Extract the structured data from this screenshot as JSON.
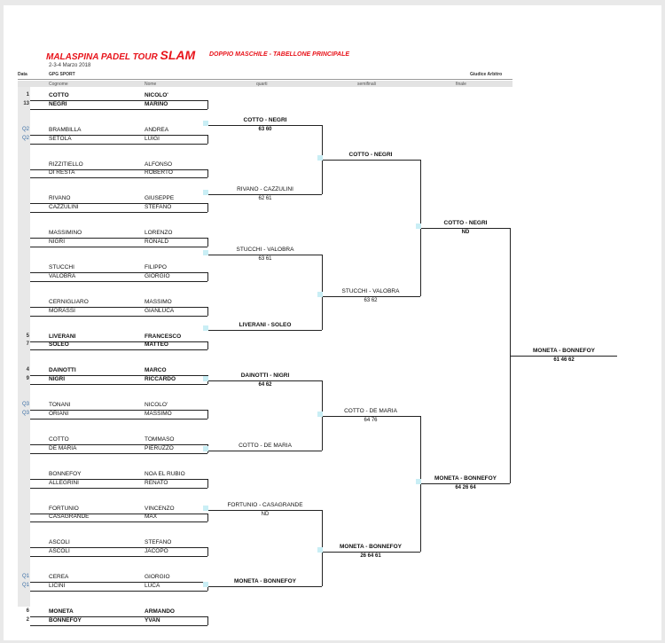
{
  "header": {
    "title": "MALASPINA PADEL TOUR",
    "title_highlight": "SLAM",
    "subtitle": "DOPPIO MASCHILE - TABELLONE PRINCIPALE",
    "dates": "2-3-4 Marzo 2018",
    "data_label": "Data",
    "venue": "GPG SPORT",
    "referee": "Giudice Arbitro"
  },
  "columns": {
    "cognome": "Cognome",
    "nome": "Nome",
    "quarti": "quarti",
    "semifinali": "semifinali",
    "finale": "finale"
  },
  "draw": [
    {
      "seed": "1",
      "last": "COTTO",
      "first": "NICOLO'",
      "bold": true
    },
    {
      "seed": "13",
      "last": "NEGRI",
      "first": "MARINO",
      "bold": true
    },
    {
      "seed": "Q2",
      "last": "BRAMBILLA",
      "first": "ANDREA",
      "bold": false
    },
    {
      "seed": "Q2",
      "last": "SETOLA",
      "first": "LUIGI",
      "bold": false
    },
    {
      "seed": "",
      "last": "RIZZITIELLO",
      "first": "ALFONSO",
      "bold": false
    },
    {
      "seed": "",
      "last": "DI RESTA",
      "first": "ROBERTO",
      "bold": false
    },
    {
      "seed": "",
      "last": "RIVANO",
      "first": "GIUSEPPE",
      "bold": false
    },
    {
      "seed": "",
      "last": "CAZZULINI",
      "first": "STEFANO",
      "bold": false
    },
    {
      "seed": "",
      "last": "MASSIMINO",
      "first": "LORENZO",
      "bold": false
    },
    {
      "seed": "",
      "last": "NIGRI",
      "first": "RONALD",
      "bold": false
    },
    {
      "seed": "",
      "last": "STUCCHI",
      "first": "FILIPPO",
      "bold": false
    },
    {
      "seed": "",
      "last": "VALOBRA",
      "first": "GIORGIO",
      "bold": false
    },
    {
      "seed": "",
      "last": "CERNIGLIARO",
      "first": "MASSIMO",
      "bold": false
    },
    {
      "seed": "",
      "last": "MORASSI",
      "first": "GIANLUCA",
      "bold": false
    },
    {
      "seed": "5",
      "last": "LIVERANI",
      "first": "FRANCESCO",
      "bold": true
    },
    {
      "seed": "7",
      "last": "SOLEO",
      "first": "MATTEO",
      "bold": true
    },
    {
      "seed": "4",
      "last": "DAINOTTI",
      "first": "MARCO",
      "bold": true
    },
    {
      "seed": "9",
      "last": "NIGRI",
      "first": "RICCARDO",
      "bold": true
    },
    {
      "seed": "Q3",
      "last": "TONANI",
      "first": "NICOLO'",
      "bold": false
    },
    {
      "seed": "Q3",
      "last": "ORIANI",
      "first": "MASSIMO",
      "bold": false
    },
    {
      "seed": "",
      "last": "COTTO",
      "first": "TOMMASO",
      "bold": false
    },
    {
      "seed": "",
      "last": "DE MARIA",
      "first": "PIERUZZO",
      "bold": false
    },
    {
      "seed": "",
      "last": "BONNEFOY",
      "first": "NOA EL RUBIO",
      "bold": false
    },
    {
      "seed": "",
      "last": "ALLEGRINI",
      "first": "RENATO",
      "bold": false
    },
    {
      "seed": "",
      "last": "FORTUNIO",
      "first": "VINCENZO",
      "bold": false
    },
    {
      "seed": "",
      "last": "CASAGRANDE",
      "first": "MAX",
      "bold": false
    },
    {
      "seed": "",
      "last": "ASCOLI",
      "first": "STEFANO",
      "bold": false
    },
    {
      "seed": "",
      "last": "ASCOLI",
      "first": "JACOPO",
      "bold": false
    },
    {
      "seed": "Q1",
      "last": "CEREA",
      "first": "GIORGIO",
      "bold": false
    },
    {
      "seed": "Q1",
      "last": "LICINI",
      "first": "LUCA",
      "bold": false
    },
    {
      "seed": "6",
      "last": "MONETA",
      "first": "ARMANDO",
      "bold": true
    },
    {
      "seed": "2",
      "last": "BONNEFOY",
      "first": "YVAN",
      "bold": true
    }
  ],
  "round2": [
    {
      "name": "COTTO - NEGRI",
      "score": "63 60",
      "bold": true
    },
    {
      "name": "RIVANO - CAZZULINI",
      "score": "62 61",
      "bold": false
    },
    {
      "name": "STUCCHI - VALOBRA",
      "score": "63 61",
      "bold": false
    },
    {
      "name": "LIVERANI - SOLEO",
      "score": "",
      "bold": true
    },
    {
      "name": "DAINOTTI - NIGRI",
      "score": "64 62",
      "bold": true
    },
    {
      "name": "COTTO - DE MARIA",
      "score": "",
      "bold": false
    },
    {
      "name": "FORTUNIO - CASAGRANDE",
      "score": "ND",
      "bold": false
    },
    {
      "name": "MONETA - BONNEFOY",
      "score": "",
      "bold": true
    }
  ],
  "quarterfinals": [
    {
      "name": "COTTO - NEGRI",
      "score": "",
      "bold": true
    },
    {
      "name": "STUCCHI - VALOBRA",
      "score": "63 62",
      "bold": false
    },
    {
      "name": "COTTO - DE MARIA",
      "score": "64 76",
      "bold": false
    },
    {
      "name": "MONETA - BONNEFOY",
      "score": "26 64 61",
      "bold": true
    }
  ],
  "semifinals": [
    {
      "name": "COTTO - NEGRI",
      "score": "ND",
      "bold": true
    },
    {
      "name": "MONETA - BONNEFOY",
      "score": "64 26 64",
      "bold": true
    }
  ],
  "winner": {
    "name": "MONETA - BONNEFOY",
    "score": "61 46 62",
    "bold": true
  }
}
